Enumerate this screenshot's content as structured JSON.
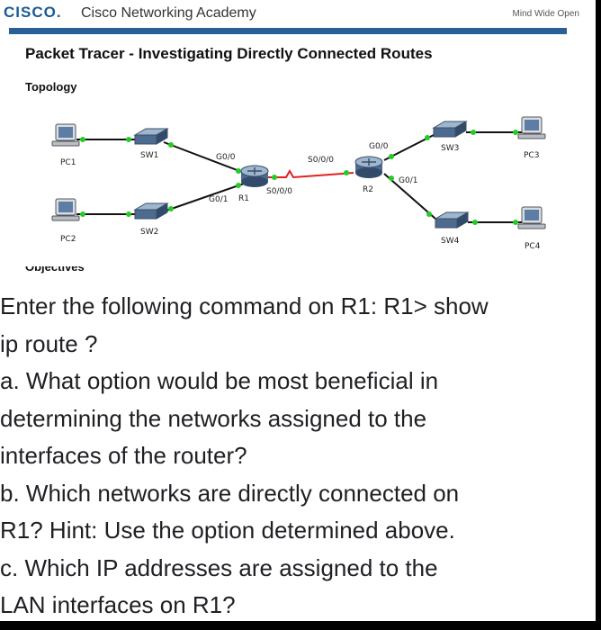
{
  "header": {
    "logo_text": "CISCO.",
    "program": "Cisco Networking Academy",
    "tagline": "Mind Wide Open",
    "accent_color": "#2a5f98"
  },
  "document": {
    "title": "Packet Tracer - Investigating Directly Connected Routes",
    "section": "Topology",
    "clipped_heading": "Objectives"
  },
  "topology": {
    "devices": {
      "pc1": "PC1",
      "pc2": "PC2",
      "pc3": "PC3",
      "pc4": "PC4",
      "sw1": "SW1",
      "sw2": "SW2",
      "sw3": "SW3",
      "sw4": "SW4",
      "r1": "R1",
      "r2": "R2"
    },
    "interfaces": {
      "r1_g00": "G0/0",
      "r1_g01": "G0/1",
      "r1_s000_a": "S0/0/0",
      "r1_s000_b": "S0/0/0",
      "r2_g00": "G0/0",
      "r2_g01": "G0/1"
    },
    "link_colors": {
      "ethernet": "#111111",
      "serial": "#e02020",
      "port_up": "#22cc22"
    }
  },
  "question": {
    "lines": [
      "Enter the following command on R1: R1> show",
      "ip route ?",
      "a. What option would be most beneficial in",
      "determining the networks assigned to the",
      "interfaces of the router?",
      "b. Which networks are directly connected on",
      "R1? Hint: Use the option determined above.",
      "c. Which IP addresses are assigned to the",
      "LAN interfaces on R1?"
    ]
  }
}
